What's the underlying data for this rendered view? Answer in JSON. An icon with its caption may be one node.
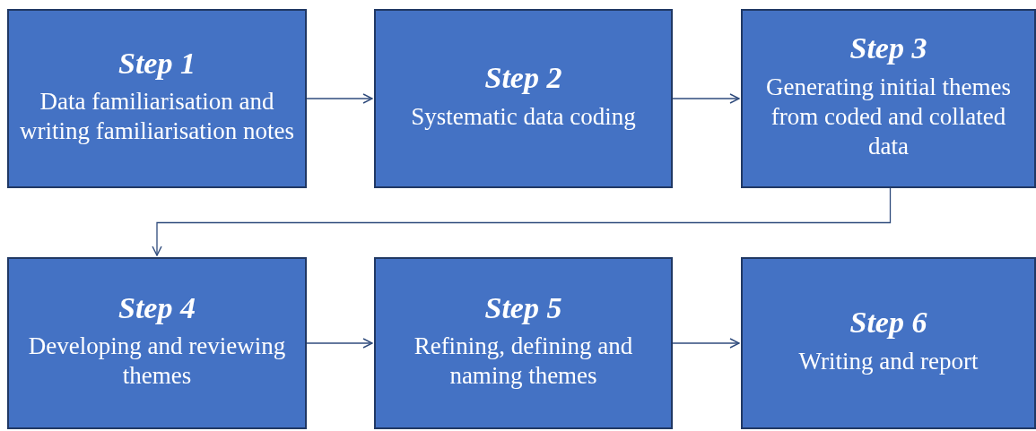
{
  "diagram": {
    "nodes": [
      {
        "text": [
          "Step 1",
          "Data familiarisation and writing familiarisation notes"
        ]
      },
      {
        "text": [
          "Step 2",
          "Systematic data coding"
        ]
      },
      {
        "text": [
          "Step 3",
          "Generating initial themes from coded and collated data"
        ]
      },
      {
        "text": [
          "Step 4",
          "Developing and reviewing themes"
        ]
      },
      {
        "text": [
          "Step 5",
          "Refining, defining and naming themes"
        ]
      },
      {
        "text": [
          "Step 6",
          "Writing and report"
        ]
      }
    ],
    "edges": [
      {
        "from": 0,
        "to": 1,
        "arrow": "to"
      },
      {
        "from": 1,
        "to": 2,
        "arrow": "to"
      },
      {
        "from": 2,
        "to": 3,
        "arrow": "to"
      },
      {
        "from": 3,
        "to": 4,
        "arrow": "to"
      },
      {
        "from": 4,
        "to": 5,
        "arrow": "to"
      }
    ]
  }
}
